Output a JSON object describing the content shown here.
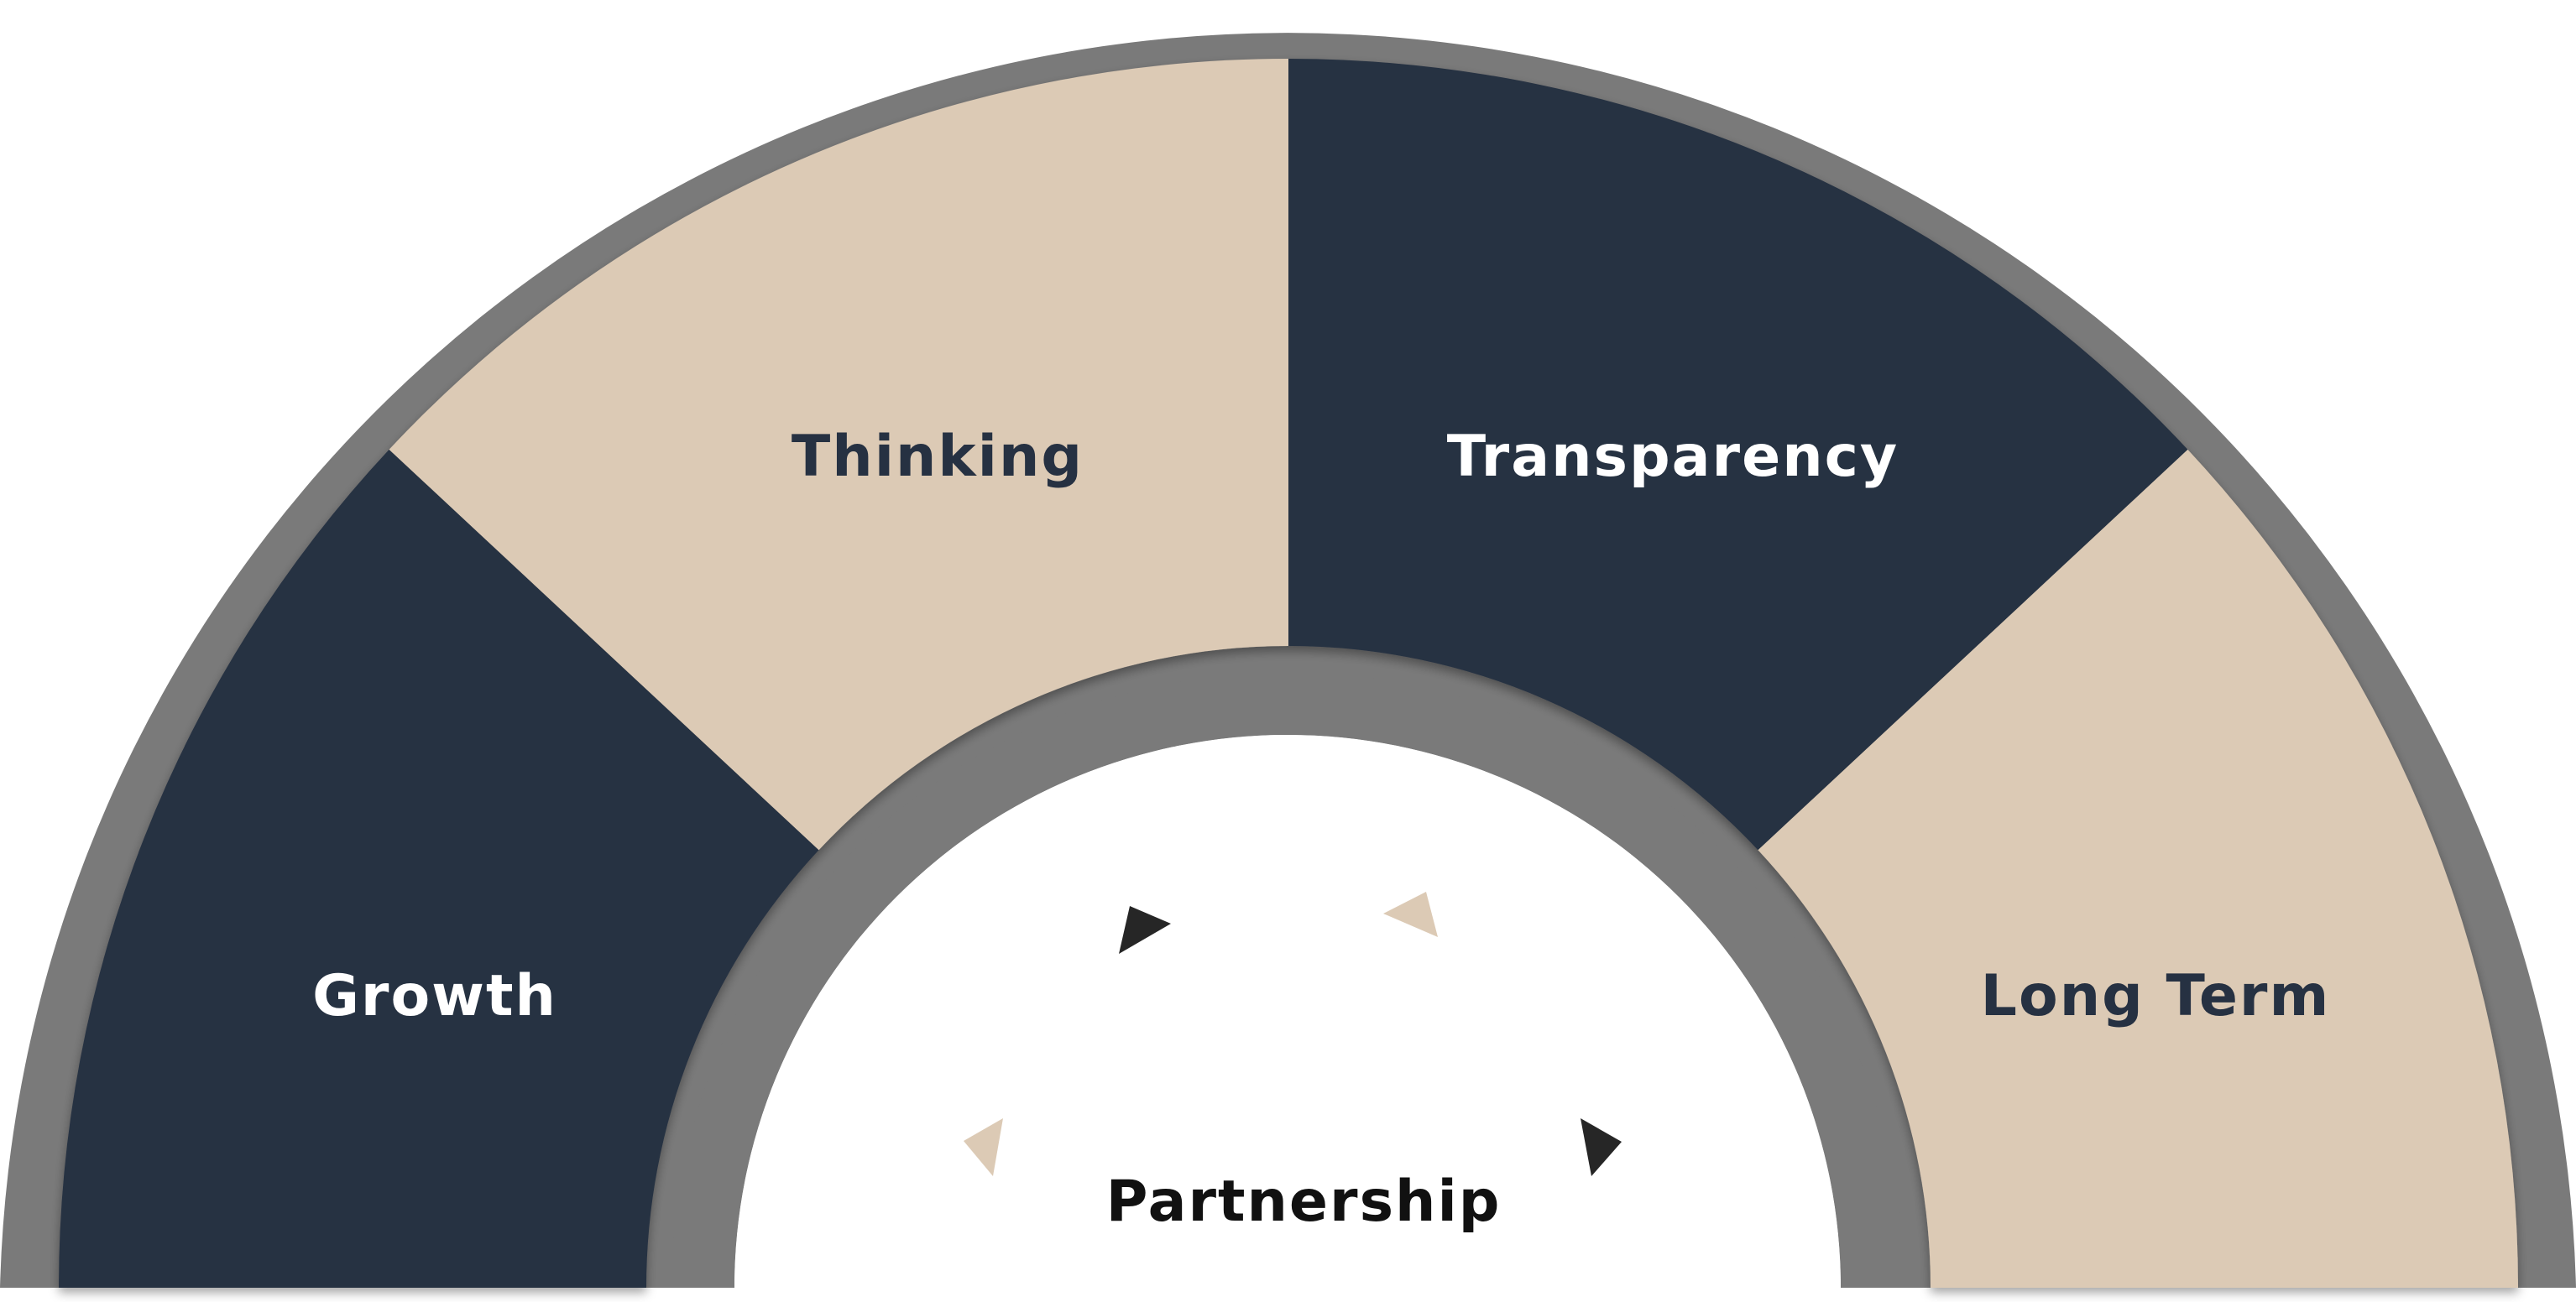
{
  "colors": {
    "outer_ring": "#7a7a7a",
    "dark_segment": "#263142",
    "light_segment": "#dccab5",
    "center": "#ffffff",
    "dark_text": "#263142",
    "light_text": "#ffffff",
    "center_text": "#111111",
    "arrow_dark": "#262626",
    "arrow_light": "#dccab5"
  },
  "segments": [
    {
      "label": "Growth",
      "fill": "dark",
      "text_color": "light"
    },
    {
      "label": "Thinking",
      "fill": "light",
      "text_color": "dark"
    },
    {
      "label": "Transparency",
      "fill": "dark",
      "text_color": "light"
    },
    {
      "label": "Long Term",
      "fill": "light",
      "text_color": "dark"
    }
  ],
  "center": {
    "label": "Partnership",
    "arrows": [
      {
        "name": "arrow-dark-1",
        "color": "dark"
      },
      {
        "name": "arrow-light-1",
        "color": "light"
      },
      {
        "name": "arrow-light-2",
        "color": "light"
      },
      {
        "name": "arrow-dark-2",
        "color": "dark"
      }
    ]
  }
}
